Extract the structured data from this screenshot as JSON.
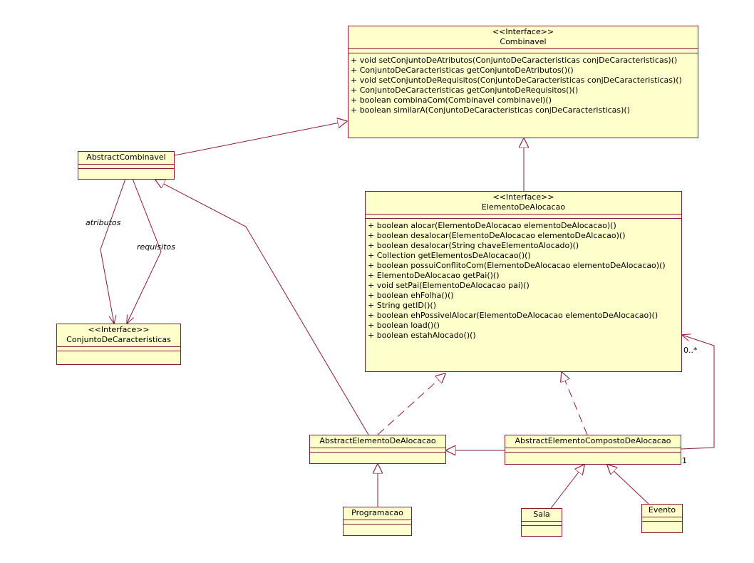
{
  "classes": {
    "combinavel": {
      "stereotype": "<<Interface>>",
      "name": "Combinavel",
      "operations": [
        "+ void setConjuntoDeAtributos(ConjuntoDeCaracteristicas conjDeCaracteristicas)()",
        "+ ConjuntoDeCaracteristicas getConjuntoDeAtributos()()",
        "+ void setConjuntoDeRequisitos(ConjuntoDeCaracteristicas conjDeCaracteristicas)()",
        "+ ConjuntoDeCaracteristicas getConjuntoDeRequisitos()()",
        "+ boolean combinaCom(Combinavel combinavel)()",
        "+ boolean similarA(ConjuntoDeCaracteristicas conjDeCaracteristicas)()"
      ]
    },
    "abstract_combinavel": {
      "name": "AbstractCombinavel"
    },
    "conjunto": {
      "stereotype": "<<Interface>>",
      "name": "ConjuntoDeCaracteristicas"
    },
    "elemento": {
      "stereotype": "<<Interface>>",
      "name": "ElementoDeAlocacao",
      "operations": [
        "+ boolean alocar(ElementoDeAlocacao elementoDeAlocacao)()",
        "+ boolean desalocar(ElementoDeAlocacao elementoDeAlcacao)()",
        "+ boolean desalocar(String chaveElementoAlocado)()",
        "+ Collection getElementosDeAlocacao()()",
        "+ boolean possuiConflitoCom(ElementoDeAlocacao elementoDeAlocacao)()",
        "+ ElementoDeAlocacao getPai()()",
        "+ void setPai(ElementoDeAlocacao pai)()",
        "+ boolean ehFolha()()",
        "+ String getID()()",
        "+ boolean ehPossivelAlocar(ElementoDeAlocacao elementoDeAlocacao)()",
        "+ boolean load()()",
        "+ boolean estahAlocado()()"
      ]
    },
    "abstract_elemento": {
      "name": "AbstractElementoDeAlocacao"
    },
    "abstract_composto": {
      "name": "AbstractElementoCompostoDeAlocacao"
    },
    "programacao": {
      "name": "Programacao"
    },
    "sala": {
      "name": "Sala"
    },
    "evento": {
      "name": "Evento"
    }
  },
  "labels": {
    "atributos": "atributos",
    "requisitos": "requisitos",
    "mult_many": "0..*",
    "mult_one": "1"
  },
  "colors": {
    "fill": "#ffffcc",
    "line": "#8b1a3a"
  }
}
